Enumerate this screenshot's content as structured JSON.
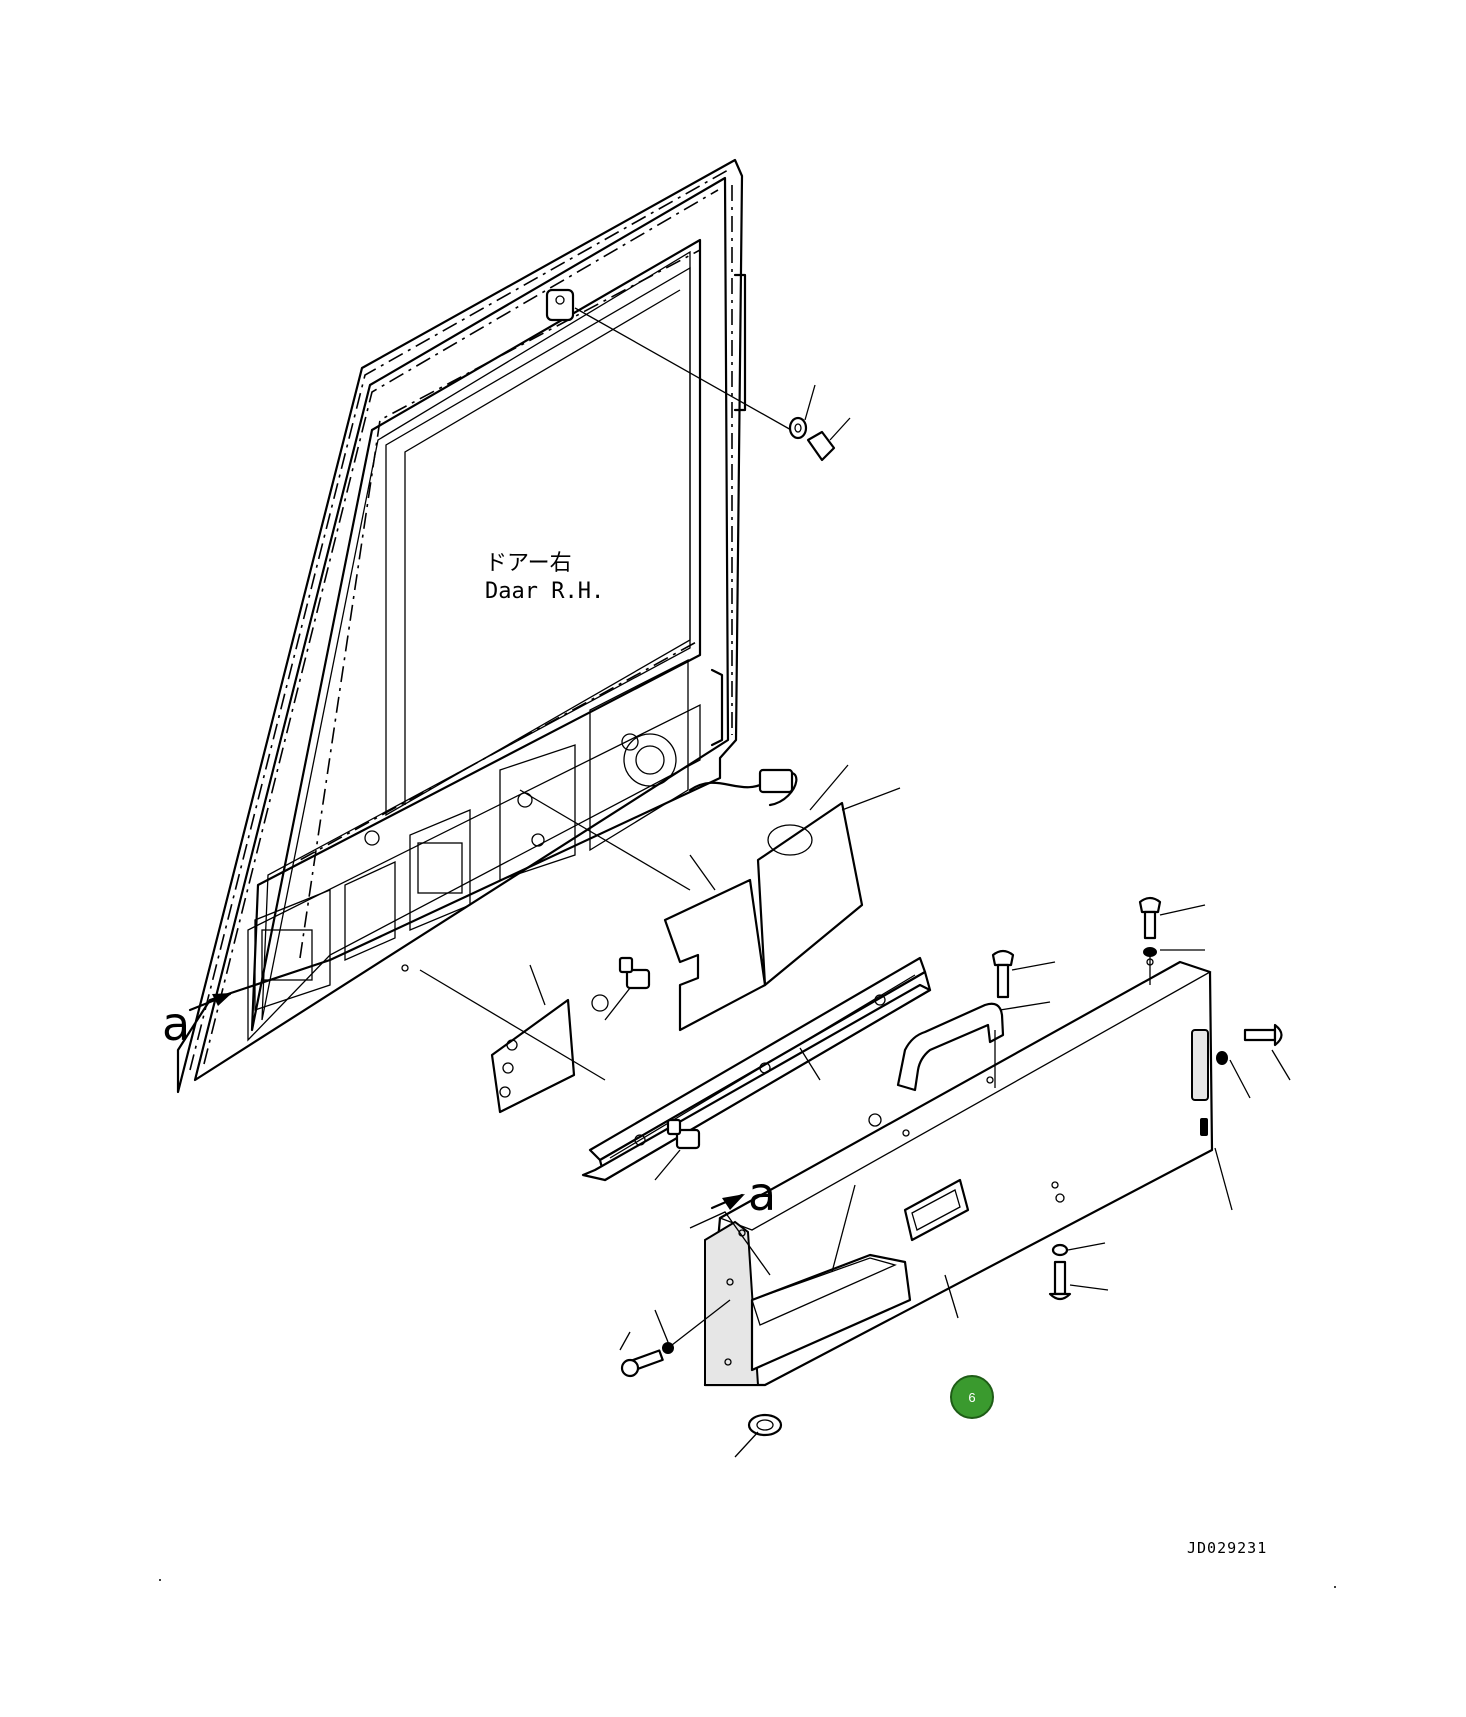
{
  "diagram": {
    "part_label_jp": "ドアー右",
    "part_label_en": "Daar R.H.",
    "view_marker": "a",
    "drawing_code": "JD029231",
    "callout_number": "6",
    "callout_color": "#3a9a2e"
  }
}
